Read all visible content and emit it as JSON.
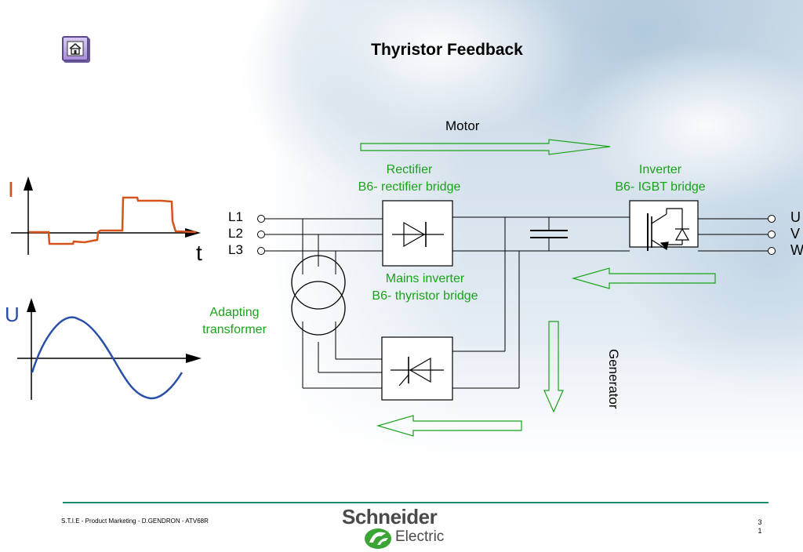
{
  "title": "Thyristor Feedback",
  "home_button": {
    "icon": "home-icon"
  },
  "flows": {
    "motor": "Motor",
    "generator": "Generator"
  },
  "blocks": {
    "rectifier": {
      "line1": "Rectifier",
      "line2": "B6- rectifier bridge"
    },
    "inverter": {
      "line1": "Inverter",
      "line2": "B6- IGBT bridge"
    },
    "mains_inverter": {
      "line1": "Mains inverter",
      "line2": "B6- thyristor bridge"
    },
    "transformer": {
      "line1": "Adapting",
      "line2": "transformer"
    }
  },
  "lines_in": [
    "L1",
    "L2",
    "L3"
  ],
  "lines_out": [
    "U",
    "V",
    "W"
  ],
  "waveforms": {
    "current": {
      "axis_y": "I",
      "axis_x": "t"
    },
    "voltage": {
      "axis_y": "U"
    }
  },
  "colors": {
    "arrow_green": "#1aa31a",
    "current_trace": "#d4541c",
    "voltage_trace": "#2a4fa8",
    "footer_rule": "#1f8c70"
  },
  "footer": {
    "text": "S.T.I.E - Product Marketing - D.GENDRON - ATV68R",
    "page_top": "3",
    "page_bottom": "1",
    "logo_line1": "Schneider",
    "logo_line2": "Electric"
  }
}
